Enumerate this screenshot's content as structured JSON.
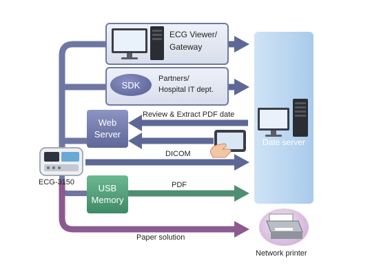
{
  "colors": {
    "trunk_blue": "#6e77a3",
    "arrow_blue": "#5e6896",
    "arrow_green": "#4f8e70",
    "arrow_purple": "#8c5a8e",
    "server_bg": "#b9d5f0",
    "web_server_fill": "#6f78a8",
    "usb_fill": "#54a07a"
  },
  "gateway": {
    "label_line1": "ECG Viewer/",
    "label_line2": "Gateway",
    "icon": "desktop-computer-icon"
  },
  "sdk": {
    "oval_label": "SDK",
    "label_line1": "Partners/",
    "label_line2": "Hospital IT dept."
  },
  "web_server": {
    "line1": "Web",
    "line2": "Server"
  },
  "usb_memory": {
    "line1": "USB",
    "line2": "Memory"
  },
  "device": {
    "label": "ECG-3150",
    "icon": "ecg-device-icon"
  },
  "server": {
    "label": "Date server",
    "icons": [
      "monitor-icon",
      "tower-icon"
    ]
  },
  "printer": {
    "label": "Network printer",
    "icon": "printer-icon"
  },
  "tablet": {
    "icon": "tablet-hand-icon"
  },
  "arrows": {
    "review": "Review & Extract PDF date",
    "dicom": "DICOM",
    "pdf": "PDF",
    "paper": "Paper solution"
  }
}
